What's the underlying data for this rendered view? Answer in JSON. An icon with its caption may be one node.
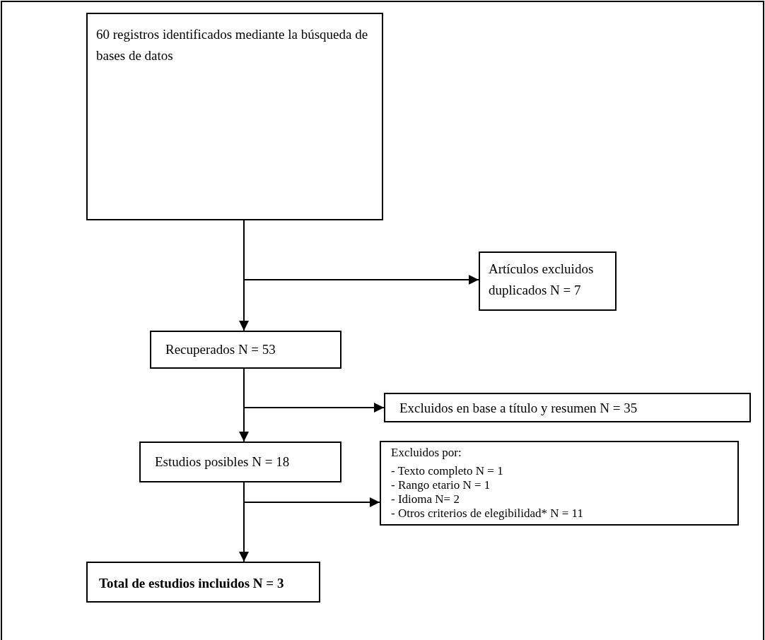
{
  "diagram": {
    "nodes": [
      {
        "text": [
          "60 registros identificados mediante la búsqueda de bases de datos"
        ]
      },
      {
        "text": [
          "Artículos excluidos duplicados N =  7"
        ]
      },
      {
        "text": [
          "Recuperados N = 53"
        ]
      },
      {
        "text": [
          "Excluidos en base a título y resumen N = 35"
        ]
      },
      {
        "text": [
          "Estudios posibles N = 18"
        ]
      },
      {
        "text": [
          "Excluidos por:",
          "- Texto completo N = 1",
          "- Rango etario N = 1",
          "- Idioma N= 2",
          "- Otros criterios de elegibilidad* N = 11"
        ]
      },
      {
        "text": [
          "Total de estudios incluidos N = 3"
        ]
      }
    ],
    "edges": [
      {
        "from": 0,
        "to": 2,
        "arrow": "to"
      },
      {
        "from": 0,
        "to": 1,
        "arrow": "to"
      },
      {
        "from": 2,
        "to": 4,
        "arrow": "to"
      },
      {
        "from": 2,
        "to": 3,
        "arrow": "to"
      },
      {
        "from": 4,
        "to": 6,
        "arrow": "to"
      },
      {
        "from": 4,
        "to": 5,
        "arrow": "to"
      }
    ]
  }
}
